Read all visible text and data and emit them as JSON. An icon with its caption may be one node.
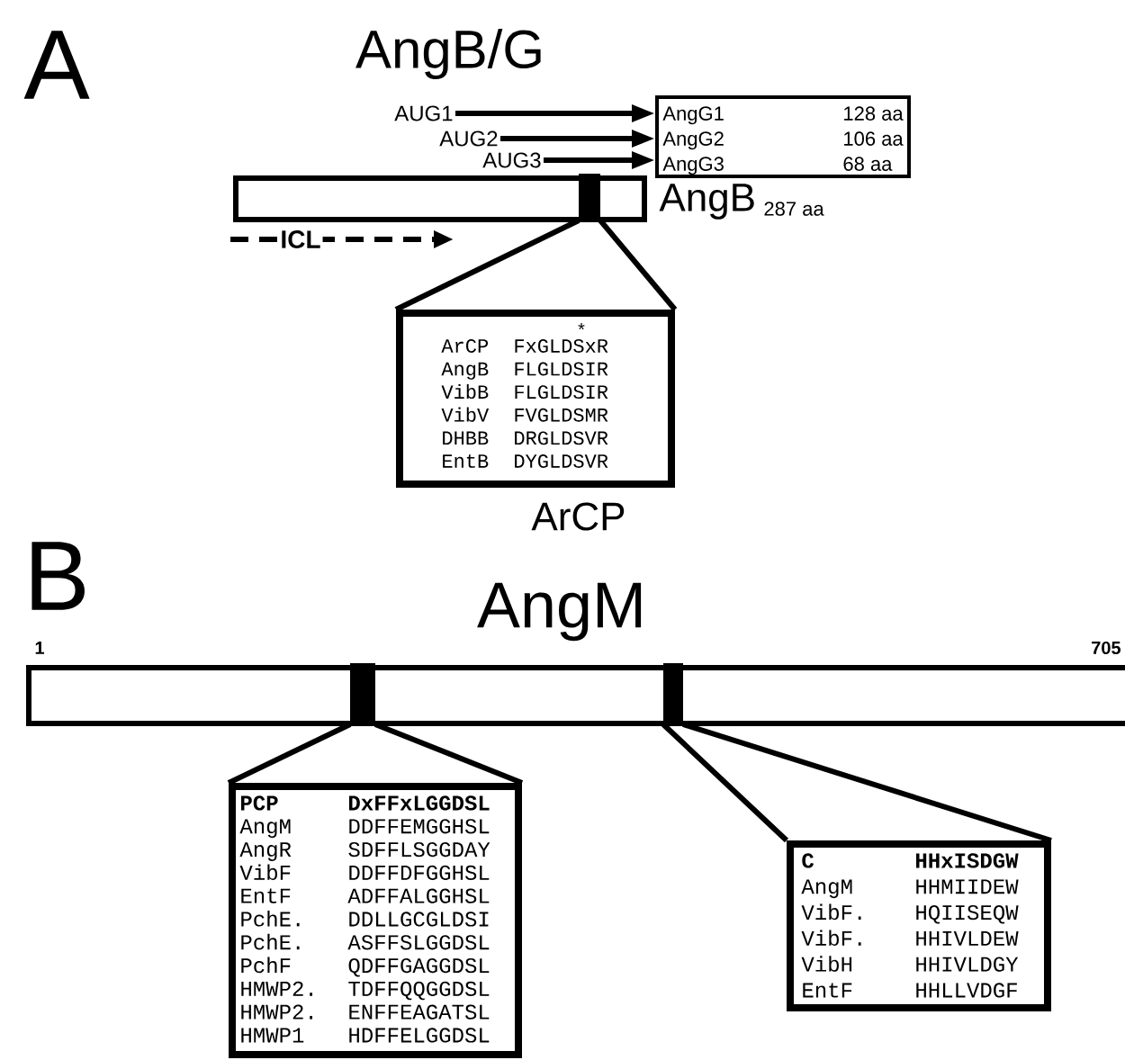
{
  "diagram": {
    "nodes": [
      {
        "text": [
          "AUG1"
        ]
      },
      {
        "text": [
          "AUG2"
        ]
      },
      {
        "text": [
          "AUG3"
        ]
      },
      {
        "text": [
          "AngG1",
          "128 aa",
          "AngG2",
          "106 aa",
          "AngG3",
          "68 aa"
        ]
      },
      {
        "text": [],
        "shape": "bar",
        "beside": [
          "AngB",
          "287 aa"
        ]
      },
      {
        "text": [],
        "shape": "band",
        "in": 4
      },
      {
        "text": [
          "ArCP",
          "FxGLDSxR",
          "AngB",
          "FLGLDSIR",
          "VibB",
          "FLGLDSIR",
          "VibV",
          "FVGLDSMR",
          "DHBB",
          "DRGLDSVR",
          "EntB",
          "DYGLDSVR"
        ],
        "beside": [
          "ArCP"
        ]
      },
      {
        "text": [],
        "shape": "bar"
      },
      {
        "text": [],
        "shape": "band",
        "in": 7
      },
      {
        "text": [],
        "shape": "band",
        "in": 7
      },
      {
        "text": [
          "PCP",
          "DxFFxLGGDSL",
          "AngM",
          "DDFFEMGGHSL",
          "AngR",
          "SDFFLSGGDAY",
          "VibF",
          "DDFFDFGGHSL",
          "EntF",
          "ADFFALGGHSL",
          "PchE.",
          "DDLLGCGLDSI",
          "PchE.",
          "ASFFSLGGDSL",
          "PchF",
          "QDFFGAGGDSL",
          "HMWP2.",
          "TDFFQQGGDSL",
          "HMWP2.",
          "ENFFEAGATSL",
          "HMWP1",
          "HDFFELGGDSL"
        ]
      },
      {
        "text": [
          "C",
          "HHxISDGW",
          "AngM",
          "HHMIIDEW",
          "VibF.",
          "HQIISEQW",
          "VibF.",
          "HHIVLDEW",
          "VibH",
          "HHIVLDGY",
          "EntF",
          "HHLLVDGF"
        ]
      }
    ],
    "edges": [
      {
        "from": 0,
        "to": 3,
        "arrow": "to"
      },
      {
        "from": 1,
        "to": 3,
        "arrow": "to"
      },
      {
        "from": 2,
        "to": 3,
        "arrow": "to"
      },
      {
        "from": 5,
        "to": 6,
        "arrow": "none"
      },
      {
        "from": 5,
        "to": 6,
        "arrow": "none"
      },
      {
        "from": 8,
        "to": 10,
        "arrow": "none"
      },
      {
        "from": 8,
        "to": 10,
        "arrow": "none"
      },
      {
        "from": 9,
        "to": 11,
        "arrow": "none"
      },
      {
        "from": 9,
        "to": 11,
        "arrow": "none"
      }
    ],
    "labels": [
      "A",
      "AngB/G",
      "ICL",
      "*",
      "B",
      "AngM",
      "1",
      "705"
    ]
  }
}
